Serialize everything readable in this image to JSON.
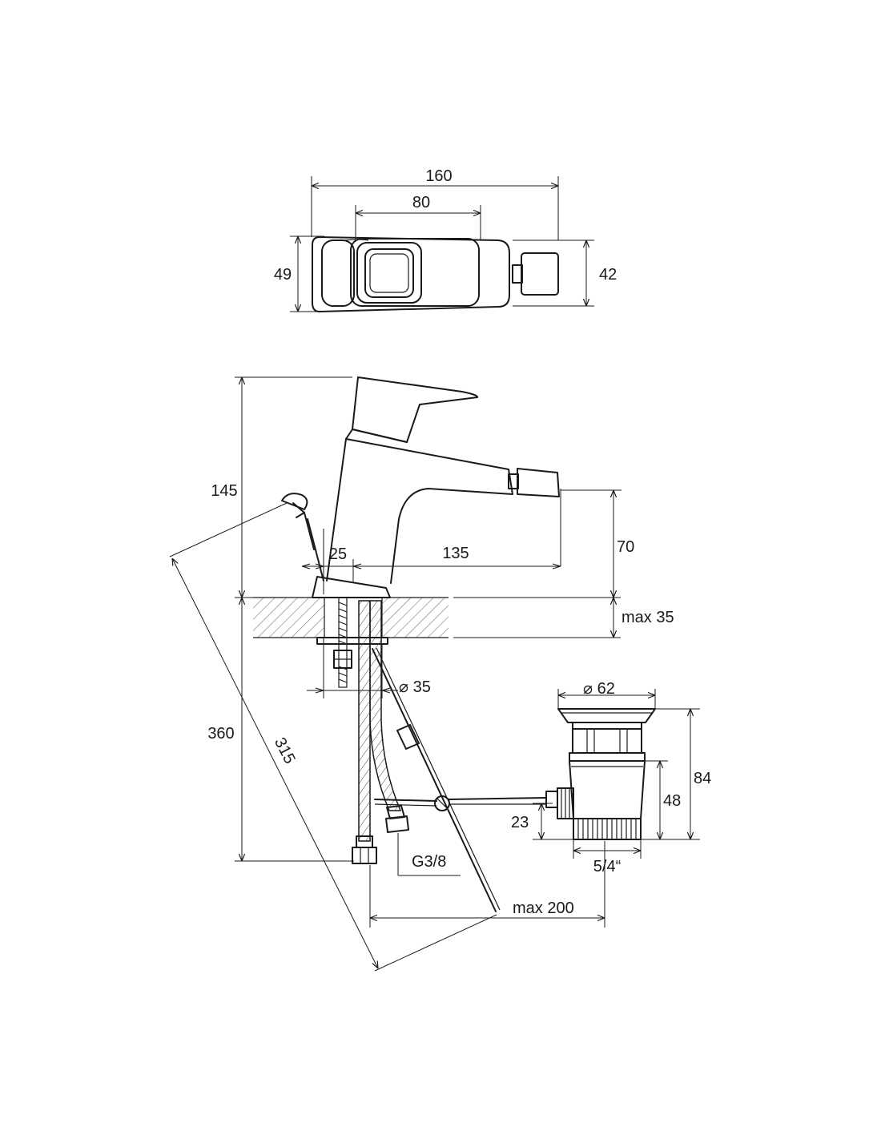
{
  "top_view": {
    "width_overall": "160",
    "width_body": "80",
    "height_left": "49",
    "height_right": "42"
  },
  "side_view": {
    "height_top": "145",
    "height_total": "360",
    "drain_rod_length": "315",
    "base_offset": "25",
    "spout_reach": "135",
    "spout_height": "70",
    "deck_thickness": "max 35",
    "hole_diameter": "⌀ 35",
    "hose_thread": "G3/8",
    "rod_reach": "max 200"
  },
  "waste_valve": {
    "diameter": "⌀ 62",
    "height_total": "84",
    "height_body": "48",
    "connector_height": "23",
    "thread": "5/4“"
  }
}
